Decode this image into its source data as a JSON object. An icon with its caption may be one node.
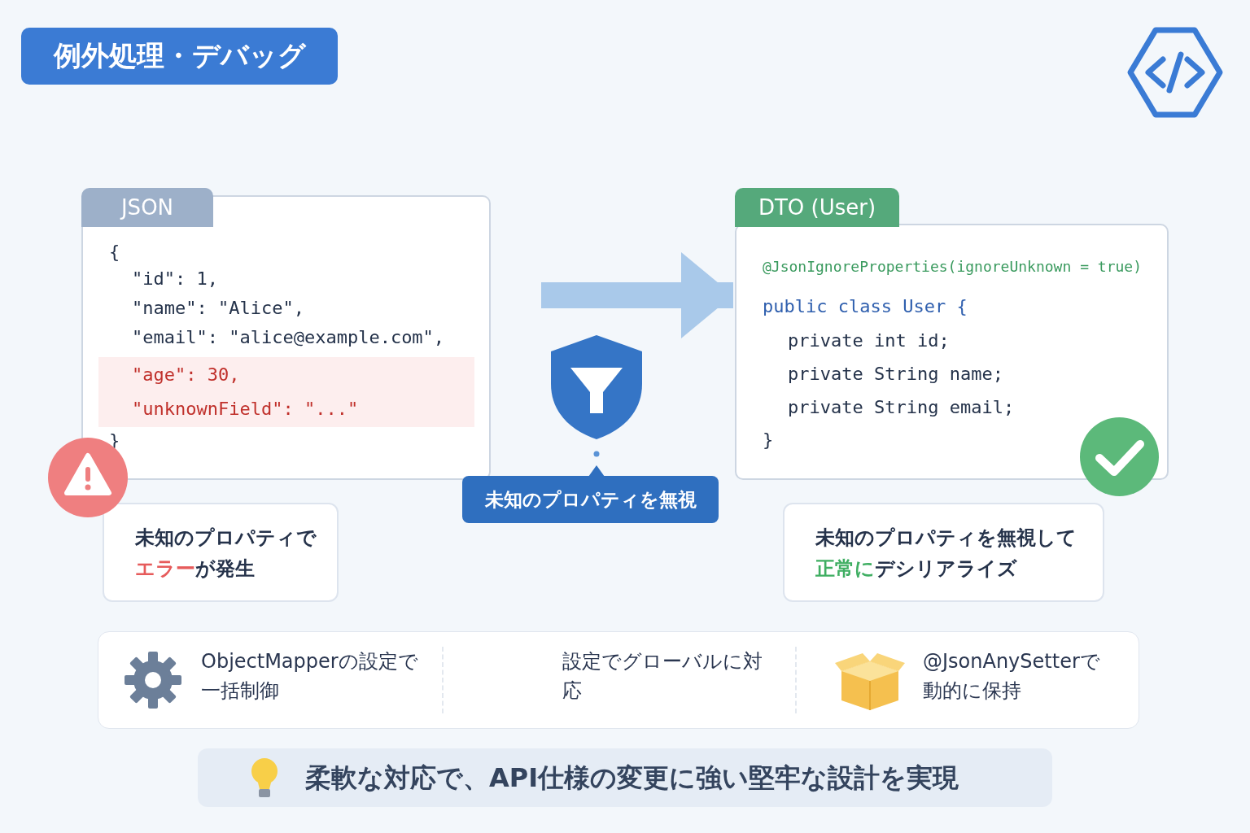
{
  "diagram": {
    "title": "例外処理・デバッグ",
    "nodes": [
      {
        "text": [
          "JSON",
          "{",
          "\"id\": 1,",
          "\"name\": \"Alice\",",
          "\"email\": \"alice@example.com\",",
          "\"age\": 30,",
          "\"unknownField\": \"...\"",
          "}"
        ]
      },
      {
        "text": [
          "DTO (User)",
          "@JsonIgnoreProperties(ignoreUnknown = true)",
          "public class User {",
          "private int id;",
          "private String name;",
          "private String email;",
          "}"
        ]
      },
      {
        "text": [
          "未知のプロパティを無視"
        ]
      },
      {
        "text": [
          "未知のプロパティで**エラー**が発生"
        ]
      },
      {
        "text": [
          "未知のプロパティを無視して**正常に**デシリアライズ"
        ]
      },
      {
        "text": [],
        "shape": "box"
      },
      {
        "text": [
          "ObjectMapperの設定で一括制御"
        ],
        "in": 5
      },
      {
        "text": [
          "設定でグローバルに対応"
        ],
        "in": 5
      },
      {
        "text": [
          "@JsonAnySetterで動的に保持"
        ],
        "in": 5
      },
      {
        "text": [
          "柔軟な対応で、API仕様の変更に強い堅牢な設計を実現"
        ]
      }
    ],
    "edges": [
      {
        "from": 0,
        "to": 1,
        "arrow": "to"
      }
    ]
  }
}
